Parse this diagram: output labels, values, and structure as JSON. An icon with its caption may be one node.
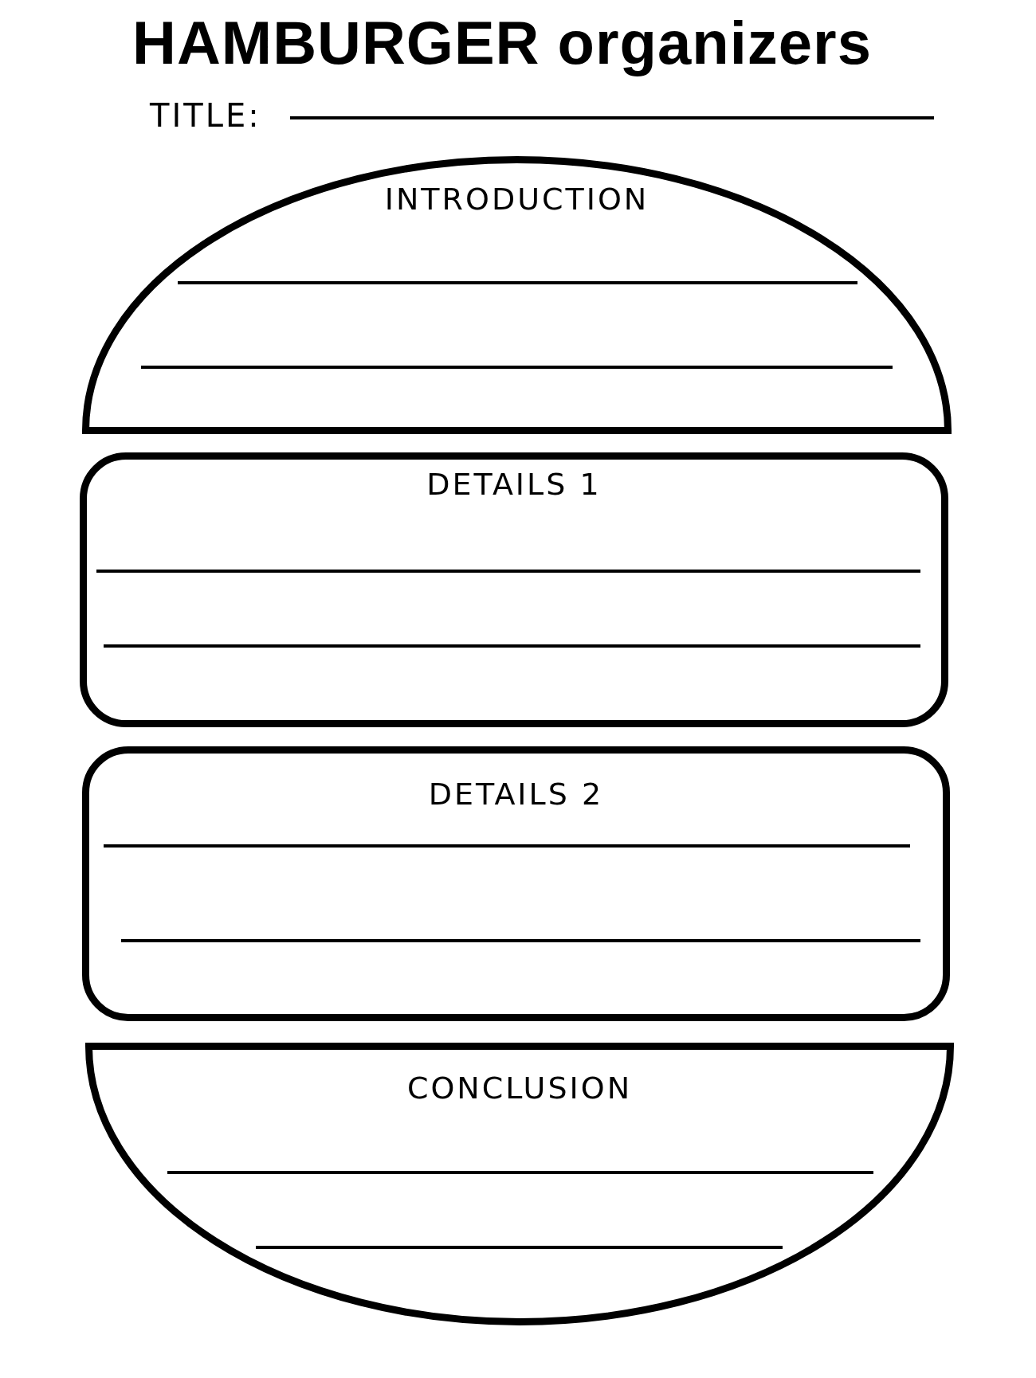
{
  "diagram": {
    "title": "HAMBURGER organizers",
    "nodes": [
      {
        "text": [
          "INTRODUCTION"
        ]
      },
      {
        "text": [
          "DETAILS 1"
        ]
      },
      {
        "text": [
          "DETAILS 2"
        ]
      },
      {
        "text": [
          "CONCLUSION"
        ]
      }
    ],
    "edges": [],
    "labels": [
      "TITLE:"
    ]
  }
}
